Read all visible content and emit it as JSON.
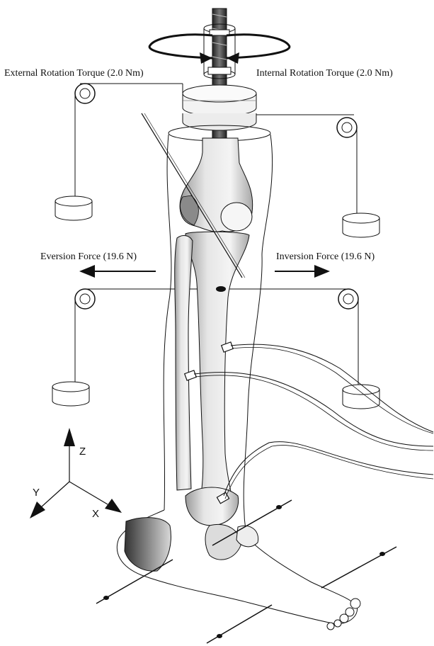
{
  "labels": {
    "external_rotation": "External Rotation Torque (2.0 Nm)",
    "internal_rotation": "Internal Rotation Torque (2.0 Nm)",
    "eversion_force": "Eversion Force (19.6 N)",
    "inversion_force": "Inversion Force (19.6 N)"
  },
  "axes": {
    "x": "X",
    "y": "Y",
    "z": "Z"
  },
  "colors": {
    "line": "#111111",
    "bone_shade": "#b8b8b8",
    "background": "#ffffff"
  }
}
